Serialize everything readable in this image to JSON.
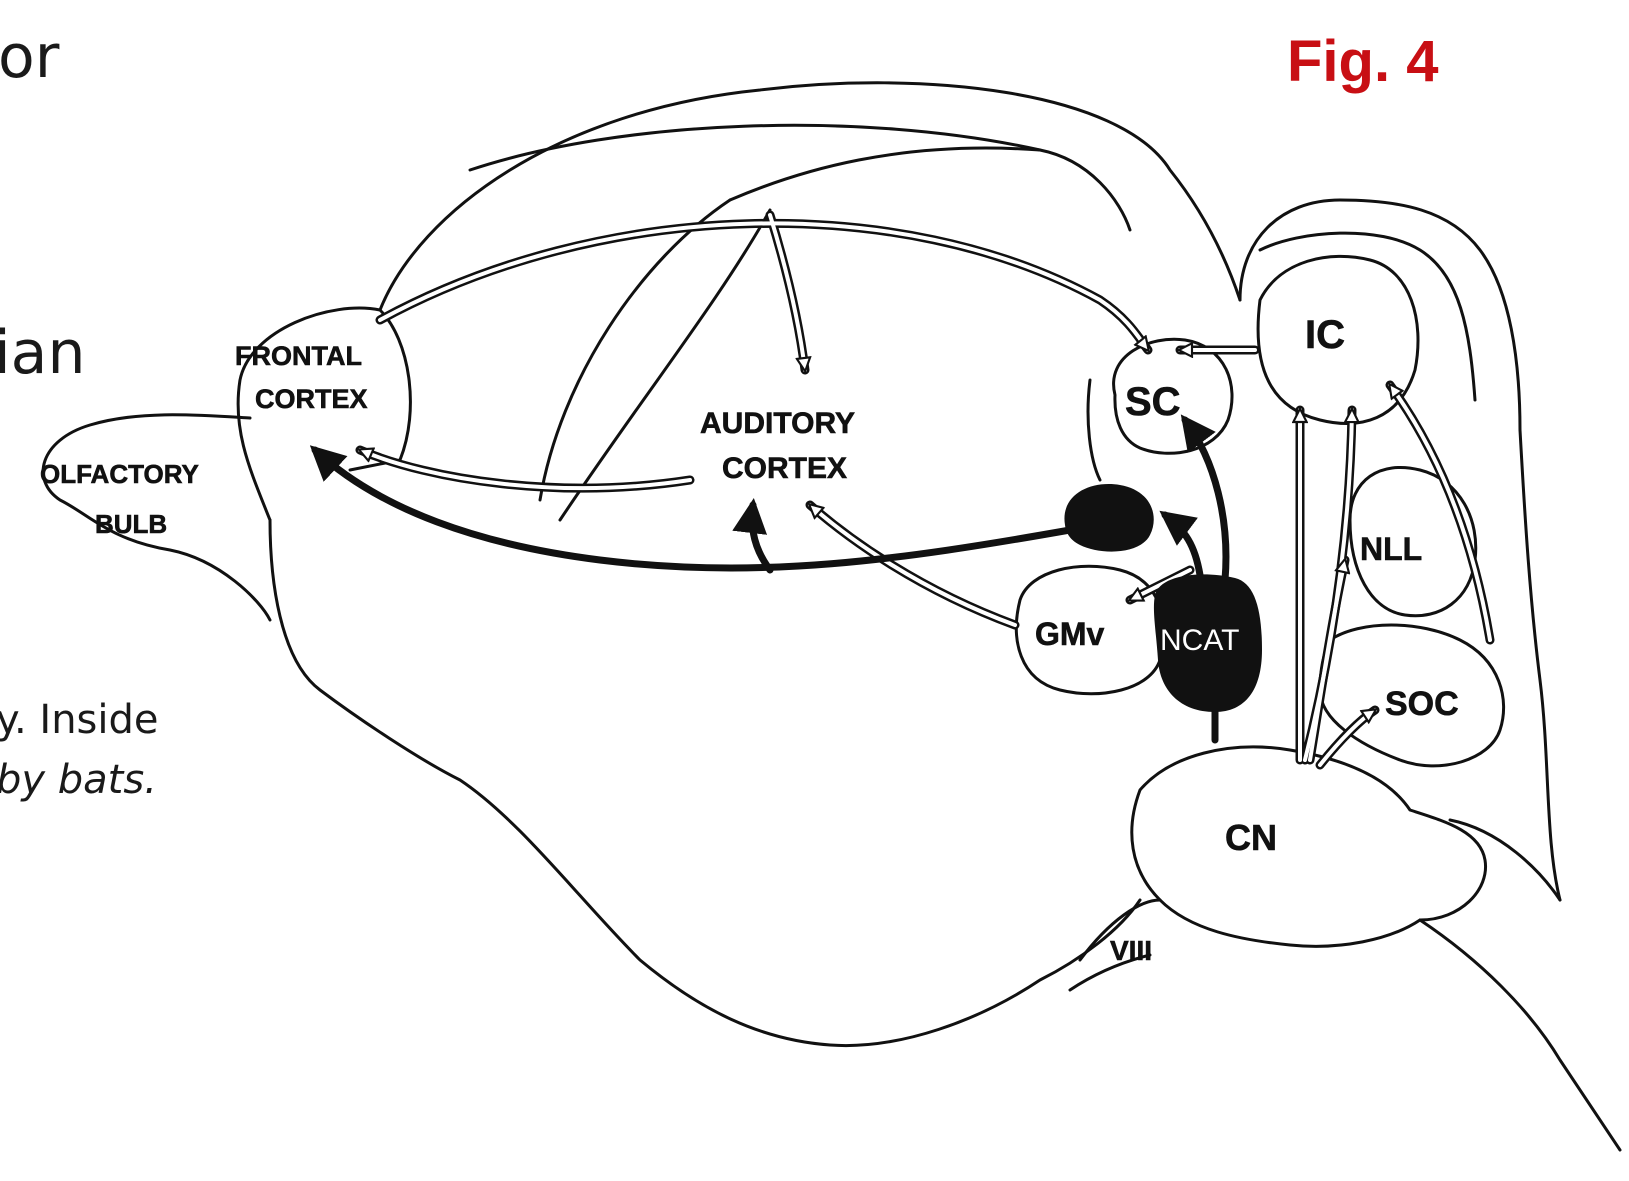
{
  "figure_label": "Fig. 4",
  "slide_text": {
    "fragment_1": "or",
    "fragment_2": "ian",
    "fragment_3": "y. Inside",
    "fragment_4": "by bats."
  },
  "diagram": {
    "labels": {
      "frontal_cortex_1": "FRONTAL",
      "frontal_cortex_2": "CORTEX",
      "auditory_cortex_1": "AUDITORY",
      "auditory_cortex_2": "CORTEX",
      "olfactory_bulb_1": "OLFACTORY",
      "olfactory_bulb_2": "BULB",
      "sc": "SC",
      "ic": "IC",
      "gmv": "GMv",
      "ncat": "NCAT",
      "nll": "NLL",
      "soc": "SOC",
      "cn": "CN",
      "viii": "VIII"
    }
  },
  "colors": {
    "figure_label": "#c80f14",
    "ink": "#111111",
    "background": "#ffffff"
  }
}
